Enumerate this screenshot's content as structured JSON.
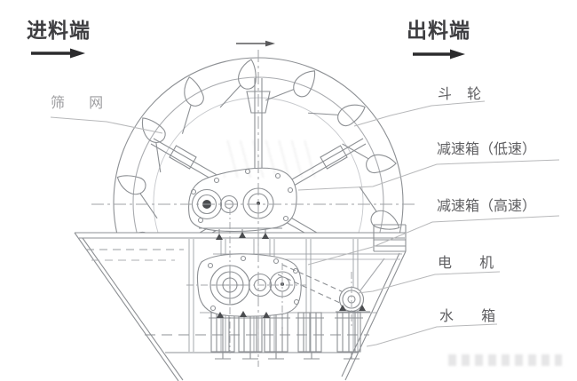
{
  "labels": {
    "feed_end": "进料端",
    "discharge_end": "出料端",
    "screen_mesh": "筛 网",
    "bucket_wheel": "斗 轮",
    "reducer_low_speed": "减速箱（低速）",
    "reducer_high_speed": "减速箱（高速）",
    "motor": "电 机",
    "water_tank": "水 箱"
  },
  "icons": {
    "feed_arrow": "right-arrow",
    "discharge_arrow": "right-arrow",
    "rotation_arrow": "right-arrow"
  },
  "colors": {
    "background": "#ffffff",
    "drawing_line": "#8d9094",
    "light_line": "#a9abaf",
    "centerline": "#9fa2a6",
    "leader_line": "#b7b8ba",
    "label_dark": "#3e3e41",
    "label_gray": "#5e5e61",
    "label_light": "#9d9da0",
    "arrow_dark": "#2b2b2d",
    "detail_dark": "#4b4d50"
  }
}
